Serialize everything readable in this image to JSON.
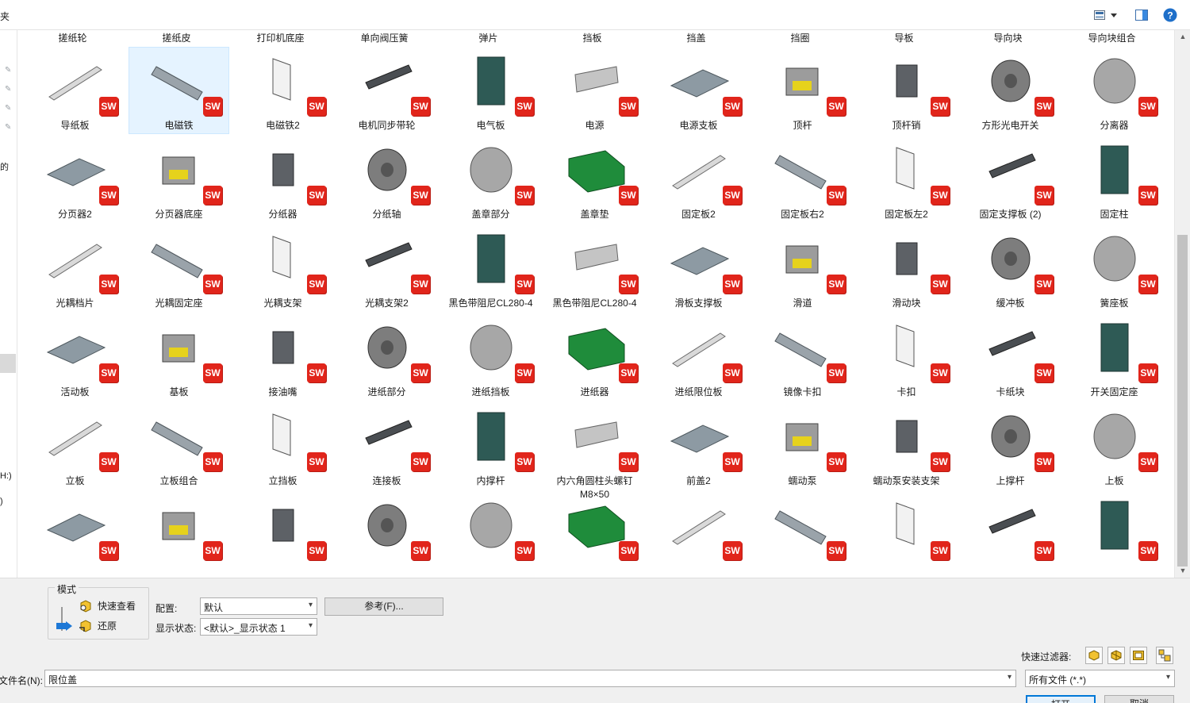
{
  "header": {
    "breadcrumb_fragment": "夹"
  },
  "left_strip": {
    "label_1": "的",
    "label_2": "H:)",
    "label_3": ")"
  },
  "top_row_labels": [
    "搓纸轮",
    "搓纸皮",
    "打印机底座",
    "单向阀压簧",
    "弹片",
    "挡板",
    "挡盖",
    "挡圈",
    "导板",
    "导向块",
    "导向块组合"
  ],
  "file_badge": "SW",
  "files": [
    "导纸板",
    "电磁铁",
    "电磁铁2",
    "电机同步带轮",
    "电气板",
    "电源",
    "电源支板",
    "顶杆",
    "顶杆销",
    "方形光电开关",
    "分离器",
    "分页器2",
    "分页器底座",
    "分纸器",
    "分纸轴",
    "盖章部分",
    "盖章垫",
    "固定板2",
    "固定板右2",
    "固定板左2",
    "固定支撑板 (2)",
    "固定柱",
    "光耦档片",
    "光耦固定座",
    "光耦支架",
    "光耦支架2",
    "黑色带阻尼CL280-4",
    "黑色带阻尼CL280-4",
    "滑板支撑板",
    "滑道",
    "滑动块",
    "缓冲板",
    "簧座板",
    "活动板",
    "基板",
    "接油嘴",
    "进纸部分",
    "进纸挡板",
    "进纸器",
    "进纸限位板",
    "镜像卡扣",
    "卡扣",
    "卡纸块",
    "开关固定座",
    "立板",
    "立板组合",
    "立挡板",
    "连接板",
    "内撑杆",
    "内六角圆柱头螺钉M8×50",
    "前盖2",
    "蠕动泵",
    "蠕动泵安装支架",
    "上撑杆",
    "上板",
    "",
    "",
    "",
    "",
    "",
    "",
    "",
    "",
    "",
    "",
    ""
  ],
  "selected_index": 1,
  "mode_panel": {
    "title": "模式",
    "quick_view": "快速查看",
    "restore": "还原"
  },
  "config": {
    "label": "配置:",
    "value": "默认"
  },
  "display_state": {
    "label": "显示状态:",
    "value": "<默认>_显示状态 1"
  },
  "reference_button": "参考(F)...",
  "quick_filter_label": "快速过滤器:",
  "filename": {
    "label": "文件名(N):",
    "value": "限位盖"
  },
  "filetype": {
    "value": "所有文件 (*.*)"
  },
  "open_button": "打开",
  "cancel_button": "取消",
  "colors": {
    "sw_badge": "#e1251b",
    "selection": "#e5f3ff",
    "accent_blue": "#0078d7"
  }
}
